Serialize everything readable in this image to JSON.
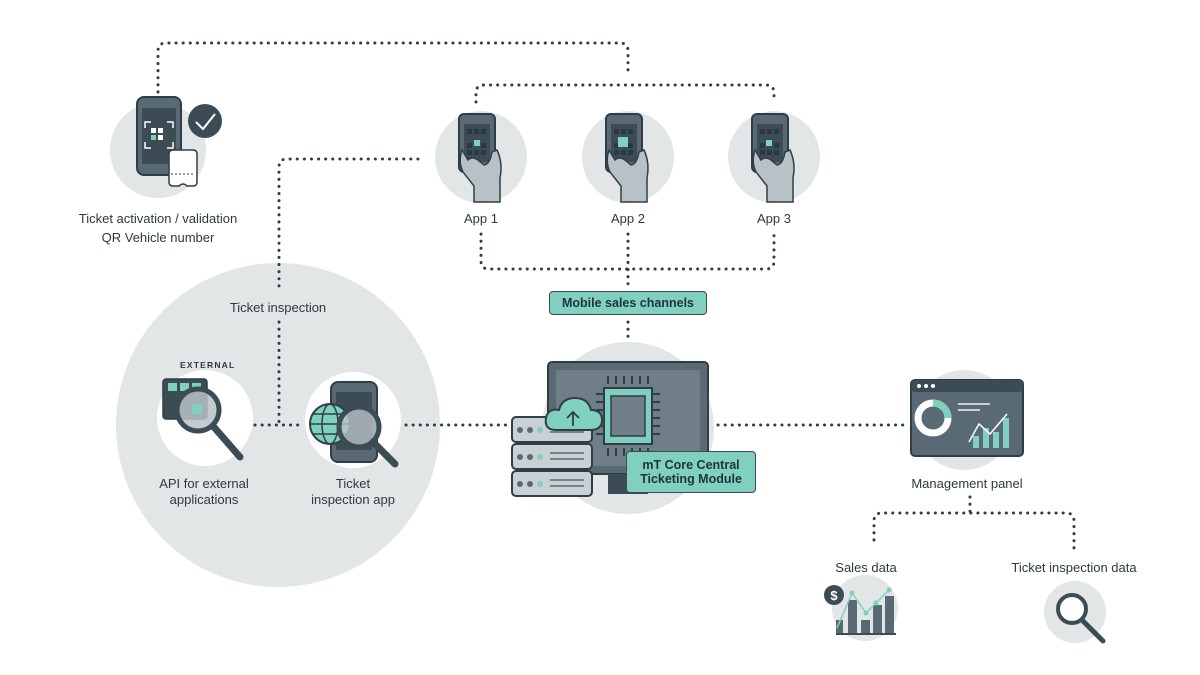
{
  "labels": {
    "validation_line1": "Ticket activation / validation",
    "validation_line2": "QR Vehicle number",
    "app1": "App 1",
    "app2": "App 2",
    "app3": "App 3",
    "mobile_sales": "Mobile sales channels",
    "ticket_inspection": "Ticket inspection",
    "external": "EXTERNAL",
    "api_line1": "API for external",
    "api_line2": "applications",
    "inspection_app_line1": "Ticket",
    "inspection_app_line2": "inspection app",
    "core_line1": "mT Core Central",
    "core_line2": "Ticketing Module",
    "management_panel": "Management panel",
    "sales_data": "Sales data",
    "inspection_data": "Ticket inspection data",
    "dollar": "$"
  },
  "colors": {
    "accent": "#7fd0bf",
    "dark": "#3c4c55",
    "circle": "#e2e6e7",
    "panel": "#5a6a74"
  },
  "icons": [
    "qr-phone-icon",
    "check-icon",
    "ticket-icon",
    "phone-hand-icon",
    "magnifier-icon",
    "globe-icon",
    "server-stack-icon",
    "cloud-upload-icon",
    "cpu-icon",
    "dashboard-icon",
    "bar-chart-icon",
    "dollar-icon"
  ]
}
